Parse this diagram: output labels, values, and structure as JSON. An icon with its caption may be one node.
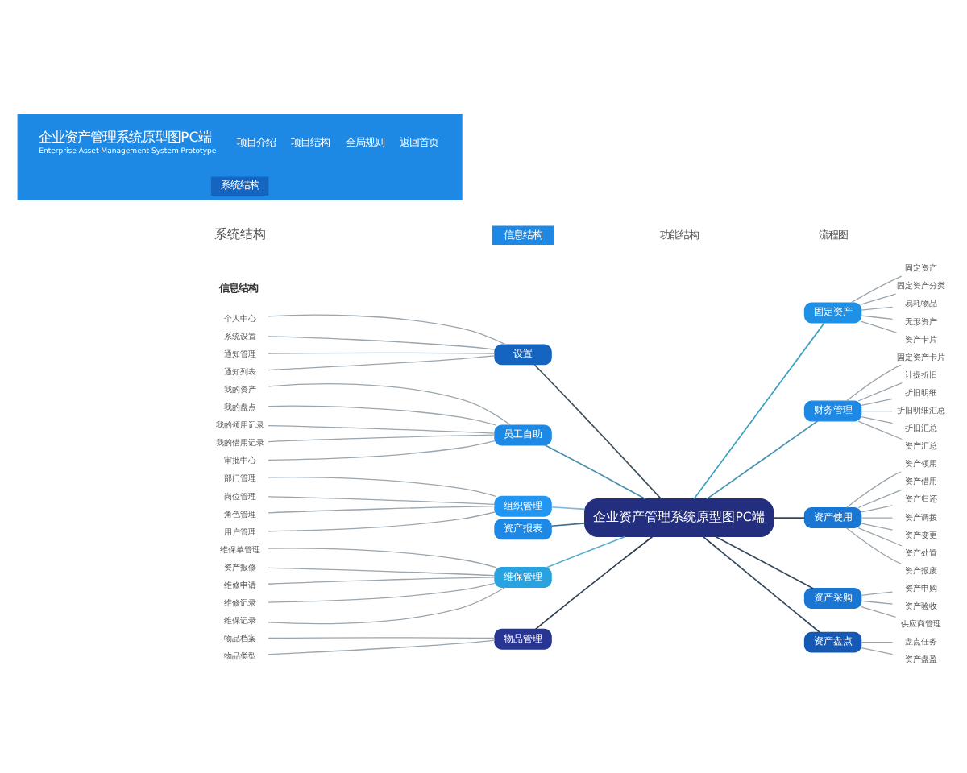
{
  "diagram": {
    "nodes": [
      {
        "text": [
          "企业资产管理系统原型图PC端",
          "Enterprise Asset Management System Prototype",
          "项目介绍",
          "项目结构",
          "全局规则",
          "返回首页"
        ]
      },
      {
        "text": [
          "系统结构"
        ],
        "in": 0
      },
      {
        "text": [
          "信息结构"
        ]
      },
      {
        "text": [
          "企业资产管理系统原型图PC端"
        ]
      },
      {
        "text": [
          "设置"
        ]
      },
      {
        "text": [
          "个人中心"
        ]
      },
      {
        "text": [
          "系统设置"
        ]
      },
      {
        "text": [
          "通知管理"
        ]
      },
      {
        "text": [
          "通知列表"
        ]
      },
      {
        "text": [
          "员工自助"
        ]
      },
      {
        "text": [
          "我的资产"
        ]
      },
      {
        "text": [
          "我的盘点"
        ]
      },
      {
        "text": [
          "我的领用记录"
        ]
      },
      {
        "text": [
          "我的借用记录"
        ]
      },
      {
        "text": [
          "审批中心"
        ]
      },
      {
        "text": [
          "组织管理"
        ]
      },
      {
        "text": [
          "部门管理"
        ]
      },
      {
        "text": [
          "岗位管理"
        ]
      },
      {
        "text": [
          "角色管理"
        ]
      },
      {
        "text": [
          "用户管理"
        ]
      },
      {
        "text": [
          "资产报表"
        ]
      },
      {
        "text": [
          "维保管理"
        ]
      },
      {
        "text": [
          "维保单管理"
        ]
      },
      {
        "text": [
          "资产报修"
        ]
      },
      {
        "text": [
          "维修申请"
        ]
      },
      {
        "text": [
          "维修记录"
        ]
      },
      {
        "text": [
          "维保记录"
        ]
      },
      {
        "text": [
          "物品管理"
        ]
      },
      {
        "text": [
          "物品档案"
        ]
      },
      {
        "text": [
          "物品类型"
        ]
      },
      {
        "text": [
          "固定资产"
        ]
      },
      {
        "text": [
          "固定资产"
        ]
      },
      {
        "text": [
          "固定资产分类"
        ]
      },
      {
        "text": [
          "易耗物品"
        ]
      },
      {
        "text": [
          "无形资产"
        ]
      },
      {
        "text": [
          "资产卡片"
        ]
      },
      {
        "text": [
          "财务管理"
        ]
      },
      {
        "text": [
          "固定资产卡片"
        ]
      },
      {
        "text": [
          "计提折旧"
        ]
      },
      {
        "text": [
          "折旧明细"
        ]
      },
      {
        "text": [
          "折旧明细汇总"
        ]
      },
      {
        "text": [
          "折旧汇总"
        ]
      },
      {
        "text": [
          "资产汇总"
        ]
      },
      {
        "text": [
          "资产使用"
        ]
      },
      {
        "text": [
          "资产领用"
        ]
      },
      {
        "text": [
          "资产借用"
        ]
      },
      {
        "text": [
          "资产归还"
        ]
      },
      {
        "text": [
          "资产调拨"
        ]
      },
      {
        "text": [
          "资产变更"
        ]
      },
      {
        "text": [
          "资产处置"
        ]
      },
      {
        "text": [
          "资产报废"
        ]
      },
      {
        "text": [
          "资产采购"
        ]
      },
      {
        "text": [
          "资产申购"
        ]
      },
      {
        "text": [
          "资产验收"
        ]
      },
      {
        "text": [
          "供应商管理"
        ]
      },
      {
        "text": [
          "资产盘点"
        ]
      },
      {
        "text": [
          "盘点任务"
        ]
      },
      {
        "text": [
          "资产盘盈"
        ]
      }
    ],
    "edges": [
      {
        "from": 3,
        "to": 4,
        "arrow": "none",
        "color": "#3d4f5c"
      },
      {
        "from": 4,
        "to": 5,
        "arrow": "none"
      },
      {
        "from": 4,
        "to": 6,
        "arrow": "none"
      },
      {
        "from": 4,
        "to": 7,
        "arrow": "none"
      },
      {
        "from": 4,
        "to": 8,
        "arrow": "none"
      },
      {
        "from": 3,
        "to": 9,
        "arrow": "none",
        "color": "#4a8fb0"
      },
      {
        "from": 9,
        "to": 10,
        "arrow": "none"
      },
      {
        "from": 9,
        "to": 11,
        "arrow": "none"
      },
      {
        "from": 9,
        "to": 12,
        "arrow": "none"
      },
      {
        "from": 9,
        "to": 13,
        "arrow": "none"
      },
      {
        "from": 9,
        "to": 14,
        "arrow": "none"
      },
      {
        "from": 3,
        "to": 15,
        "arrow": "none",
        "color": "#7fb8d8"
      },
      {
        "from": 15,
        "to": 16,
        "arrow": "none"
      },
      {
        "from": 15,
        "to": 17,
        "arrow": "none"
      },
      {
        "from": 15,
        "to": 18,
        "arrow": "none"
      },
      {
        "from": 15,
        "to": 19,
        "arrow": "none"
      },
      {
        "from": 3,
        "to": 20,
        "arrow": "none",
        "color": "#3d6e8a"
      },
      {
        "from": 3,
        "to": 21,
        "arrow": "none",
        "color": "#5bb0c8"
      },
      {
        "from": 21,
        "to": 22,
        "arrow": "none"
      },
      {
        "from": 21,
        "to": 23,
        "arrow": "none"
      },
      {
        "from": 21,
        "to": 24,
        "arrow": "none"
      },
      {
        "from": 21,
        "to": 25,
        "arrow": "none"
      },
      {
        "from": 21,
        "to": 26,
        "arrow": "none"
      },
      {
        "from": 3,
        "to": 27,
        "arrow": "none",
        "color": "#2c3e50"
      },
      {
        "from": 27,
        "to": 28,
        "arrow": "none"
      },
      {
        "from": 27,
        "to": 29,
        "arrow": "none"
      },
      {
        "from": 3,
        "to": 30,
        "arrow": "none",
        "color": "#3aa0c0"
      },
      {
        "from": 30,
        "to": 31,
        "arrow": "none"
      },
      {
        "from": 30,
        "to": 32,
        "arrow": "none"
      },
      {
        "from": 30,
        "to": 33,
        "arrow": "none"
      },
      {
        "from": 30,
        "to": 34,
        "arrow": "none"
      },
      {
        "from": 30,
        "to": 35,
        "arrow": "none"
      },
      {
        "from": 3,
        "to": 36,
        "arrow": "none",
        "color": "#4a90b0"
      },
      {
        "from": 36,
        "to": 37,
        "arrow": "none"
      },
      {
        "from": 36,
        "to": 38,
        "arrow": "none"
      },
      {
        "from": 36,
        "to": 39,
        "arrow": "none"
      },
      {
        "from": 36,
        "to": 40,
        "arrow": "none"
      },
      {
        "from": 36,
        "to": 41,
        "arrow": "none"
      },
      {
        "from": 36,
        "to": 42,
        "arrow": "none"
      },
      {
        "from": 3,
        "to": 43,
        "arrow": "none",
        "color": "#34495e"
      },
      {
        "from": 43,
        "to": 44,
        "arrow": "none"
      },
      {
        "from": 43,
        "to": 45,
        "arrow": "none"
      },
      {
        "from": 43,
        "to": 46,
        "arrow": "none"
      },
      {
        "from": 43,
        "to": 47,
        "arrow": "none"
      },
      {
        "from": 43,
        "to": 48,
        "arrow": "none"
      },
      {
        "from": 43,
        "to": 49,
        "arrow": "none"
      },
      {
        "from": 43,
        "to": 50,
        "arrow": "none"
      },
      {
        "from": 3,
        "to": 51,
        "arrow": "none",
        "color": "#34495e"
      },
      {
        "from": 51,
        "to": 52,
        "arrow": "none"
      },
      {
        "from": 51,
        "to": 53,
        "arrow": "none"
      },
      {
        "from": 51,
        "to": 54,
        "arrow": "none"
      },
      {
        "from": 3,
        "to": 55,
        "arrow": "none",
        "color": "#34495e"
      },
      {
        "from": 55,
        "to": 56,
        "arrow": "none"
      },
      {
        "from": 55,
        "to": 57,
        "arrow": "none"
      }
    ],
    "labels": [
      "系统结构",
      "功能结构",
      "流程图",
      "信息结构"
    ]
  }
}
